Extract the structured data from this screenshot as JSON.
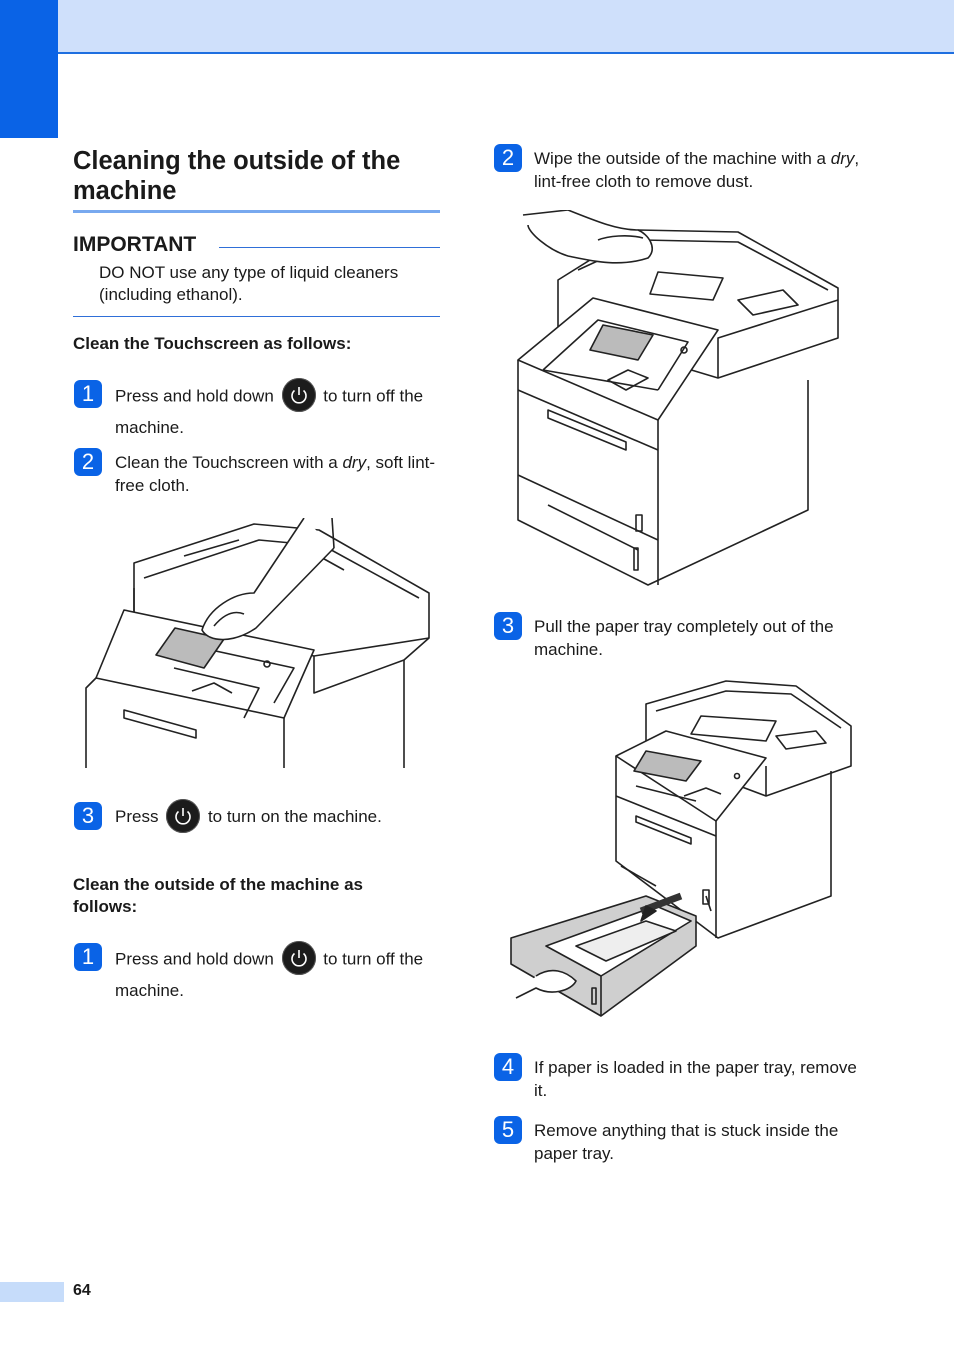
{
  "page": {
    "number": "64"
  },
  "section": {
    "title": "Cleaning the outside of the machine"
  },
  "important": {
    "label": "IMPORTANT",
    "text": "DO NOT use any type of liquid cleaners (including ethanol)."
  },
  "touchscreen": {
    "heading": "Clean the Touchscreen as follows:",
    "steps": [
      {
        "num": "1",
        "before": "Press and hold down",
        "icon": "power-icon",
        "after": "to turn off the machine."
      },
      {
        "num": "2",
        "before": "Clean the Touchscreen with a",
        "em": "dry",
        "after": ", soft lint-free cloth."
      },
      {
        "num": "3",
        "before": "Press",
        "icon": "power-icon",
        "after": "to turn on the machine."
      }
    ]
  },
  "outside": {
    "heading": "Clean the outside of the machine as follows:",
    "steps": [
      {
        "num": "1",
        "before": "Press and hold down",
        "icon": "power-icon",
        "after": "to turn off the machine."
      },
      {
        "num": "2",
        "before": "Wipe the outside of the machine with a",
        "em": "dry",
        "after": ", lint-free cloth to remove dust."
      },
      {
        "num": "3",
        "text": "Pull the paper tray completely out of the machine."
      },
      {
        "num": "4",
        "text": "If paper is loaded in the paper tray, remove it."
      },
      {
        "num": "5",
        "text": "Remove anything that is stuck inside the paper tray."
      }
    ]
  },
  "colors": {
    "accent": "#0a63e6",
    "band": "#cfe0fb",
    "rule": "#78a9ef"
  }
}
